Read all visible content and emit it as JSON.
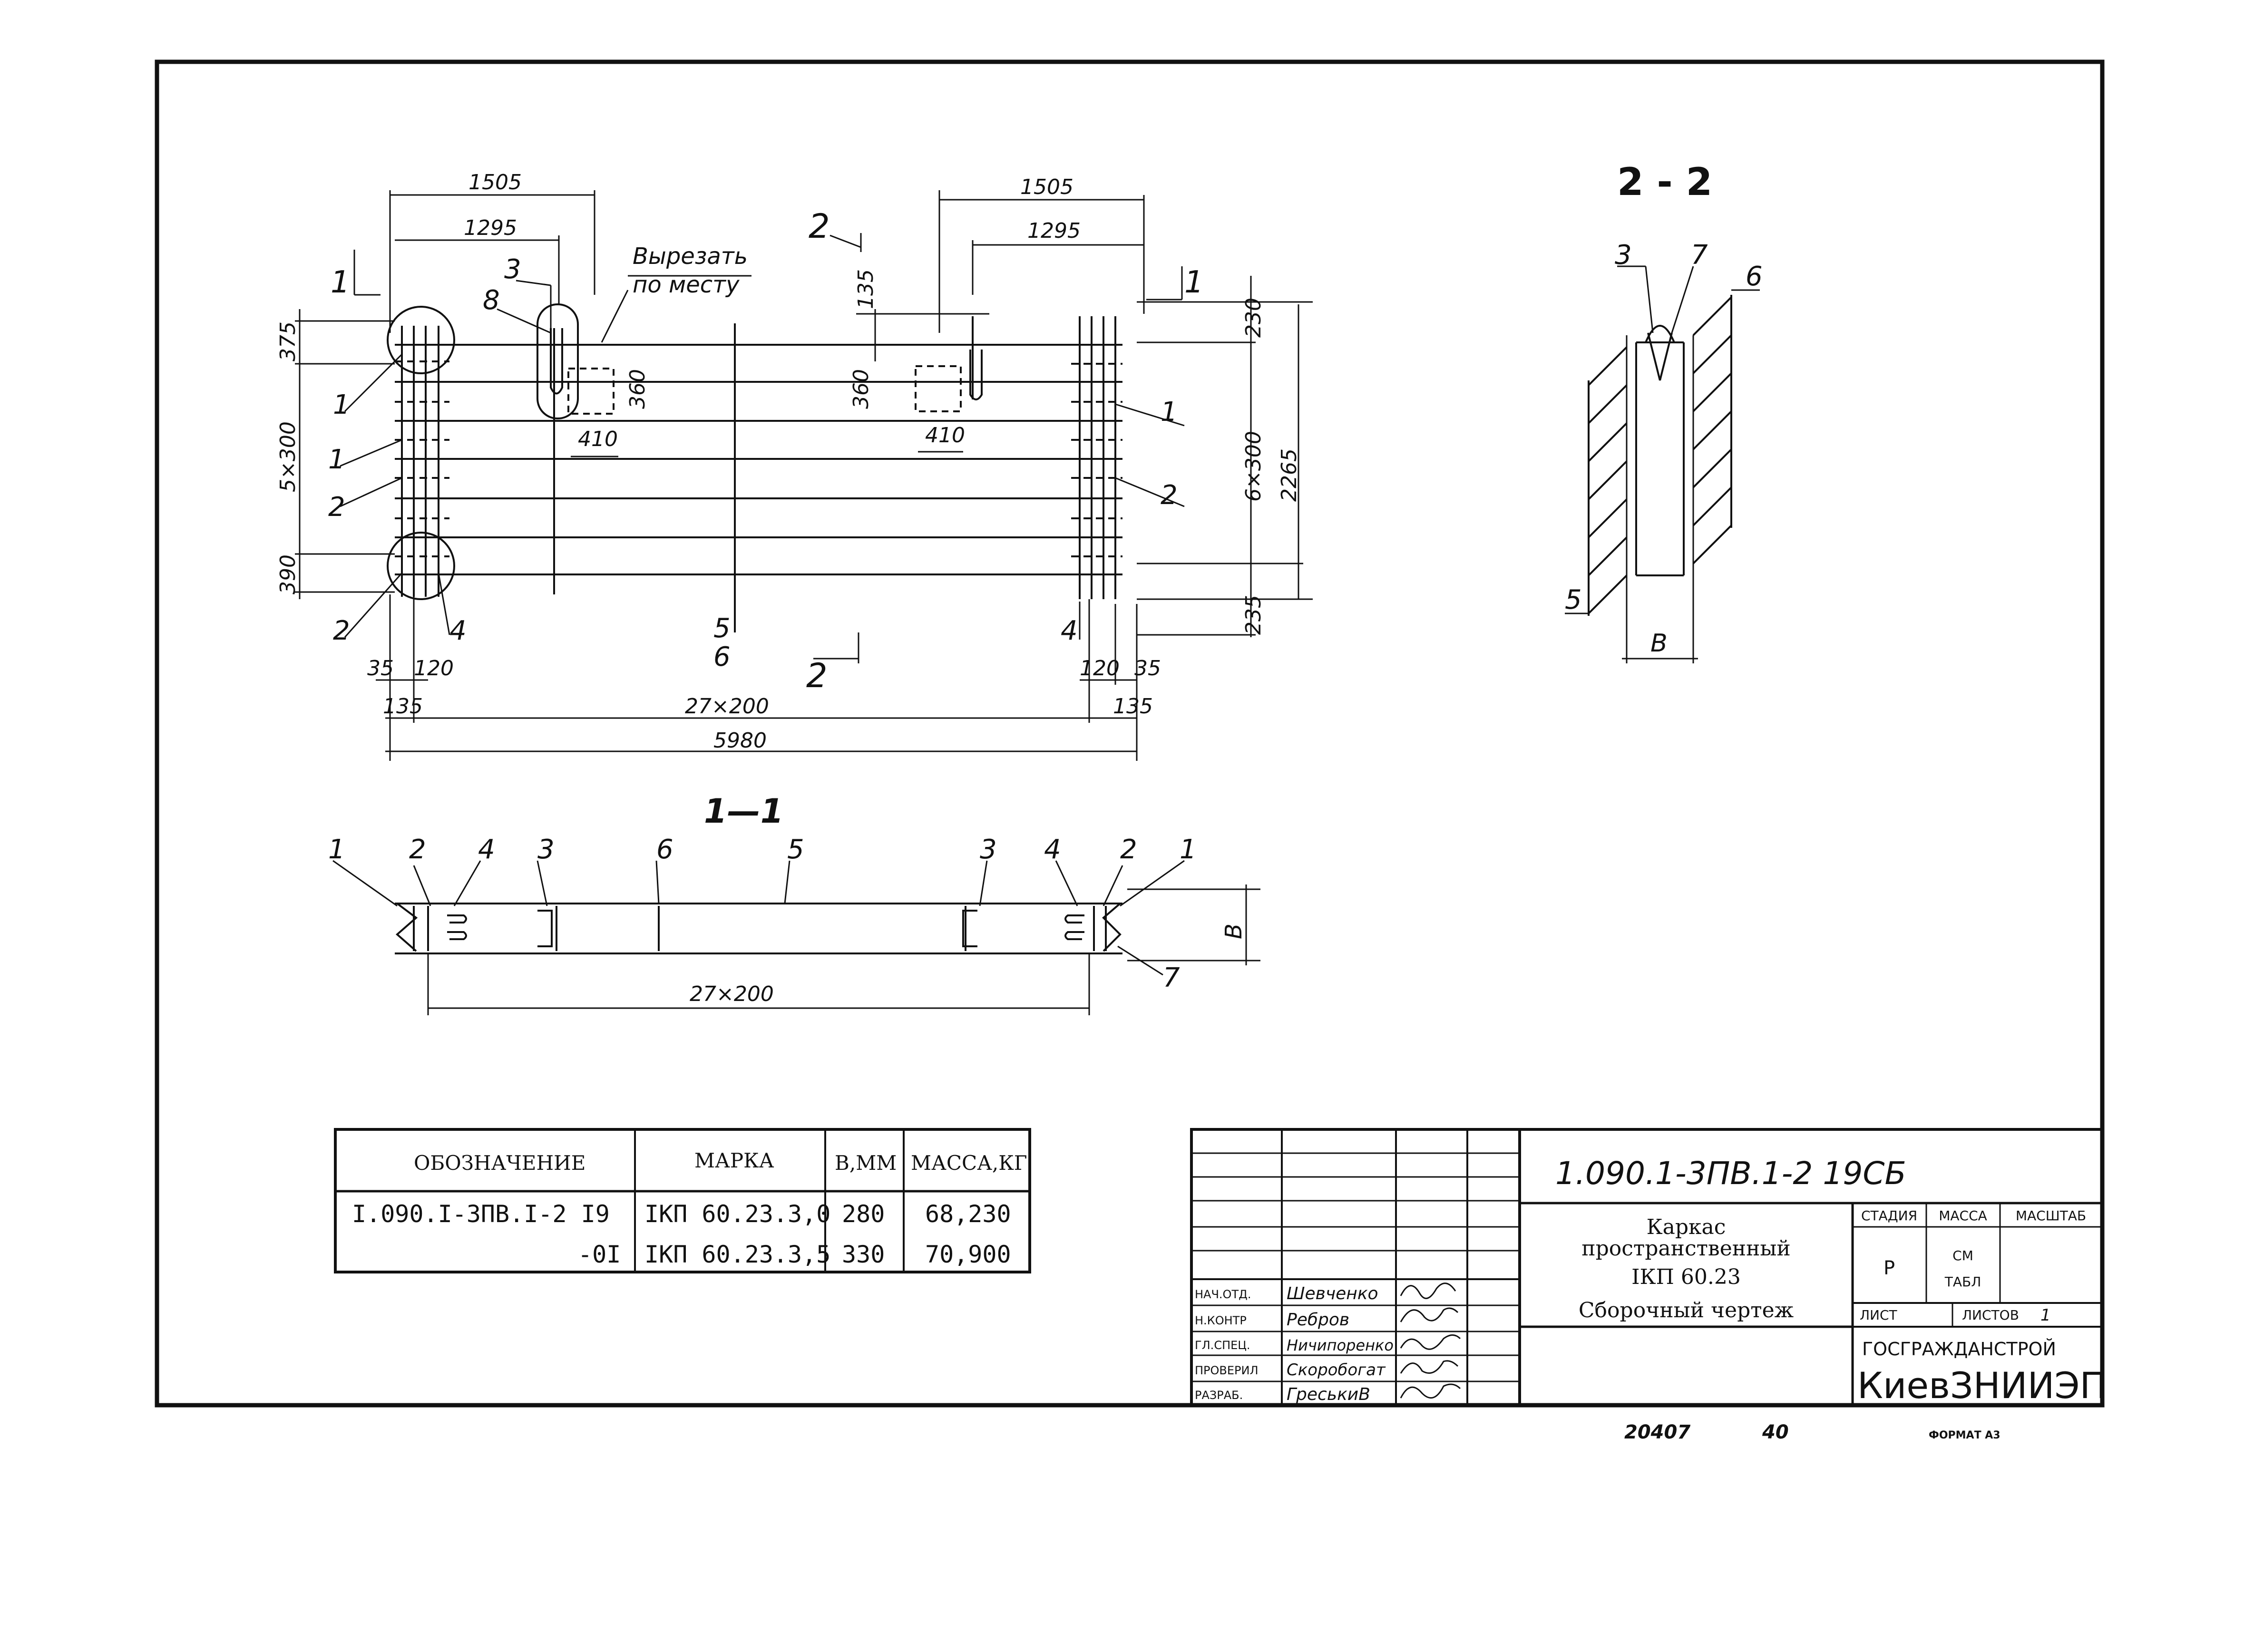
{
  "sections": {
    "section_1_1": "1—1",
    "section_2_2": "2 - 2",
    "cut_mark_1": "1",
    "cut_mark_2": "2"
  },
  "notes": {
    "cut_in_place_line1": "Вырезать",
    "cut_in_place_line2": "по месту"
  },
  "plan_dims": {
    "top_left_outer": "1505",
    "top_left_inner": "1295",
    "top_right_outer": "1505",
    "top_right_inner": "1295",
    "left_top": "375",
    "left_mid": "5×300",
    "left_bottom": "390",
    "right_top": "230",
    "right_mid": "6×300",
    "right_total": "2265",
    "right_bottom": "235",
    "center_135": "135",
    "hole_w_left": "410",
    "hole_h_left": "360",
    "hole_w_right": "410",
    "hole_h_right": "360",
    "bottom_35_left": "35",
    "bottom_120_left": "120",
    "bottom_135_left": "135",
    "bottom_pitch": "27×200",
    "bottom_120_right": "120",
    "bottom_35_right": "35",
    "bottom_135_right": "135",
    "bottom_total": "5980"
  },
  "plan_callouts": {
    "c1a": "1",
    "c1b": "1",
    "c2a": "2",
    "c2b": "2",
    "c3": "3",
    "c8": "8",
    "c4a": "4",
    "c5": "5",
    "c6": "6",
    "c4b": "4",
    "c1c": "1",
    "c2c": "2"
  },
  "section11": {
    "c1": "1",
    "c2": "2",
    "c4": "4",
    "c3": "3",
    "c6": "6",
    "c5": "5",
    "c3b": "3",
    "c4b": "4",
    "c2b": "2",
    "c1b": "1",
    "c7": "7",
    "dim_b": "B",
    "dim_pitch": "27×200"
  },
  "section22": {
    "c3": "3",
    "c7": "7",
    "c6": "6",
    "c5": "5",
    "dim_b": "B"
  },
  "spec_table": {
    "headers": [
      "ОБОЗНАЧЕНИЕ",
      "МАРКА",
      "В,ММ",
      "МАССА,КГ"
    ],
    "rows": [
      [
        "I.090.I-3ПВ.I-2 I9",
        "IКП 60.23.3,0",
        "280",
        "68,230"
      ],
      [
        "-0I",
        "IКП 60.23.3,5",
        "330",
        "70,900"
      ]
    ]
  },
  "title_block": {
    "doc_code": "1.090.1-3ПВ.1-2  19СБ",
    "name_line1": "Каркас",
    "name_line2": "пространственный",
    "name_line3": "IКП 60.23",
    "name_line4": "Сборочный чертеж",
    "stage_header": "СТАДИЯ",
    "mass_header": "МАССА",
    "scale_header": "МАСШТАБ",
    "stage_value": "Р",
    "mass_value_line1": "СМ",
    "mass_value_line2": "ТАБЛ",
    "sheet_label": "ЛИСТ",
    "sheets_label": "ЛИСТОВ",
    "sheets_value": "1",
    "org_line1": "ГОСГРАЖДАНСТРОЙ",
    "org_line2": "КиевЗНИИЭП",
    "signers": [
      {
        "role": "НАЧ.ОТД.",
        "name": "Шевченко"
      },
      {
        "role": "Н.КОНТР",
        "name": "Ребров"
      },
      {
        "role": "ГЛ.СПЕЦ.",
        "name": "Ничипоренко"
      },
      {
        "role": "ПРОВЕРИЛ",
        "name": "Скоробогат"
      },
      {
        "role": "РАЗРАБ.",
        "name": "ГреськиВ"
      }
    ]
  },
  "footer": {
    "archive_no": "20407",
    "page_no": "40",
    "format": "ФОРМАТ А3"
  }
}
